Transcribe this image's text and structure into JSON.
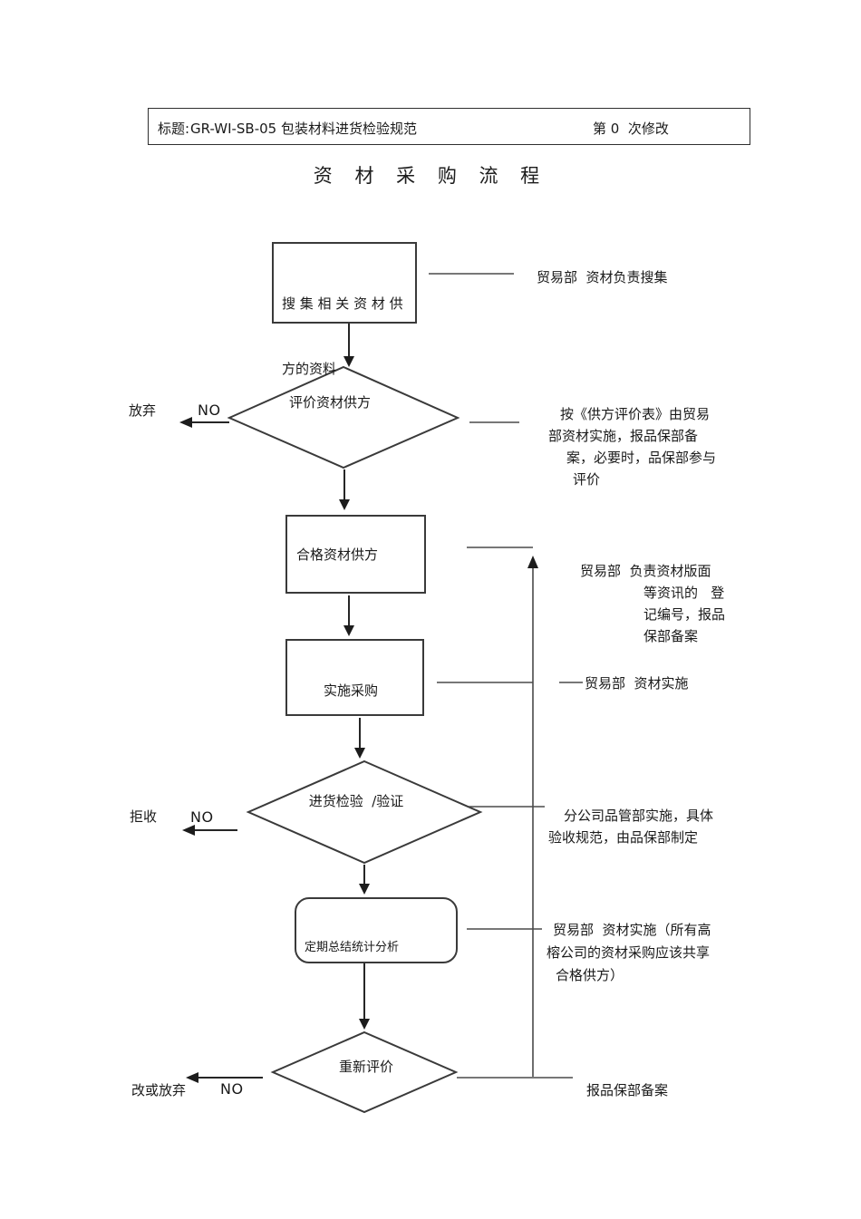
{
  "header": {
    "label": "标题:",
    "doc_code_title": "GR-WI-SB-05 包装材料进货检验规范",
    "revision": "第 0  次修改"
  },
  "title": "资 材 采 购 流 程",
  "nodes": {
    "collect": {
      "line1": "搜 集 相 关 资 材 供",
      "line2": "方的资料"
    },
    "evaluate": {
      "label": "评价资材供方"
    },
    "qualified": {
      "label": "合格资材供方"
    },
    "purchase": {
      "label": "实施采购"
    },
    "inspect": {
      "label": "进货检验  /验证"
    },
    "summary": {
      "label": "定期总结统计分析"
    },
    "reevaluate": {
      "label": "重新评价"
    }
  },
  "branches": {
    "evaluate_no": {
      "label": "NO",
      "outcome": "放弃"
    },
    "inspect_no": {
      "label": "NO",
      "outcome": "拒收"
    },
    "reevaluate_no": {
      "label": "NO",
      "outcome": "改或放弃"
    }
  },
  "annotations": {
    "collect": "贸易部  资材负责搜集",
    "evaluate": {
      "l1": "按《供方评价表》由贸易",
      "l2": "部资材实施，报品保部备",
      "l3": "案，必要时，品保部参与",
      "l4": "评价"
    },
    "qualified": {
      "l1": "贸易部  负责资材版面",
      "l2": "等资讯的   登",
      "l3": "记编号，报品",
      "l4": "保部备案"
    },
    "purchase": "贸易部  资材实施",
    "inspect": {
      "l1": "分公司品管部实施，具体",
      "l2": "验收规范，由品保部制定"
    },
    "summary": {
      "l1": "贸易部  资材实施（所有高",
      "l2": "榕公司的资材采购应该共享",
      "l3": "合格供方）"
    },
    "reevaluate": "报品保部备案"
  }
}
